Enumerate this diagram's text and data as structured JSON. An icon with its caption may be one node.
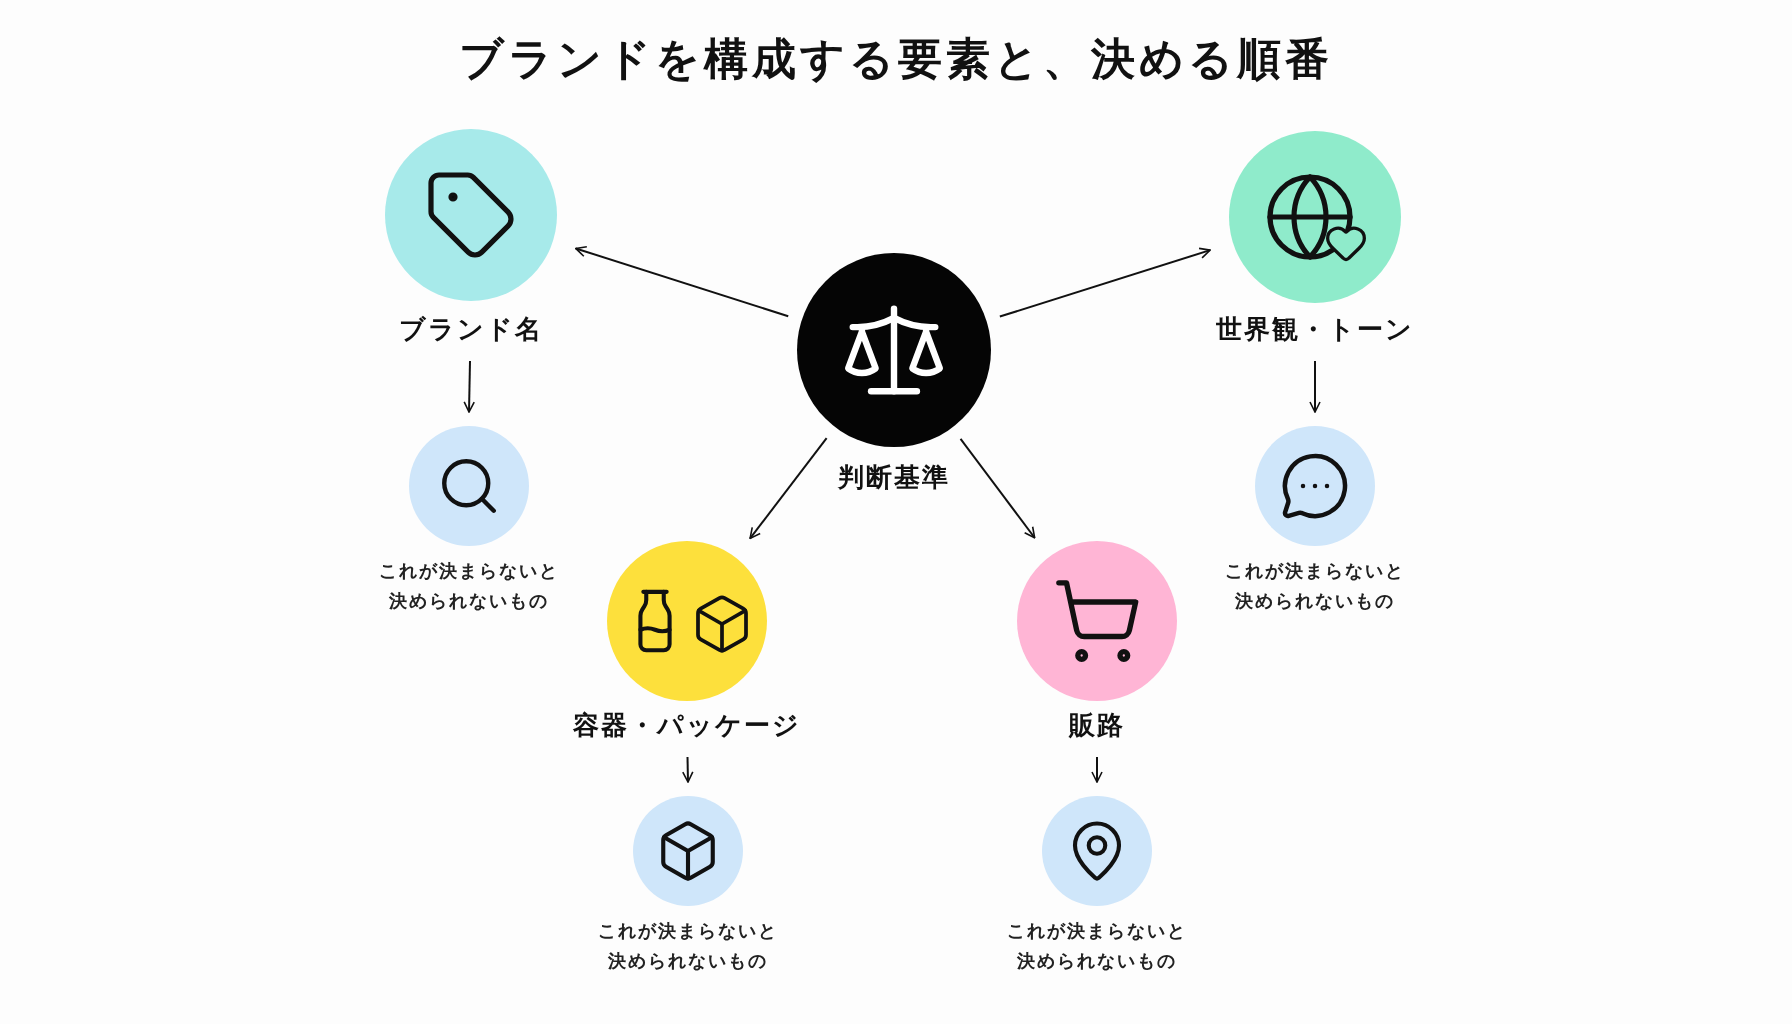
{
  "diagram": {
    "title": "ブランドを構成する要素と、決める順番",
    "nodes": [
      {
        "text": [
          "判断基準"
        ]
      },
      {
        "text": [
          "ブランド名"
        ]
      },
      {
        "text": [
          "これが決まらないと決められないもの"
        ]
      },
      {
        "text": [
          "世界観・トーン"
        ]
      },
      {
        "text": [
          "これが決まらないと決められないもの"
        ]
      },
      {
        "text": [
          "容器・パッケージ"
        ]
      },
      {
        "text": [
          "これが決まらないと決められないもの"
        ]
      },
      {
        "text": [
          "販路"
        ]
      },
      {
        "text": [
          "これが決まらないと決められないもの"
        ]
      }
    ],
    "edges": [
      {
        "from": 0,
        "to": 1,
        "arrow": "to"
      },
      {
        "from": 0,
        "to": 3,
        "arrow": "to"
      },
      {
        "from": 0,
        "to": 5,
        "arrow": "to"
      },
      {
        "from": 0,
        "to": 7,
        "arrow": "to"
      },
      {
        "from": 1,
        "to": 2,
        "arrow": "to"
      },
      {
        "from": 3,
        "to": 4,
        "arrow": "to"
      },
      {
        "from": 5,
        "to": 6,
        "arrow": "to"
      },
      {
        "from": 7,
        "to": 8,
        "arrow": "to"
      }
    ]
  }
}
